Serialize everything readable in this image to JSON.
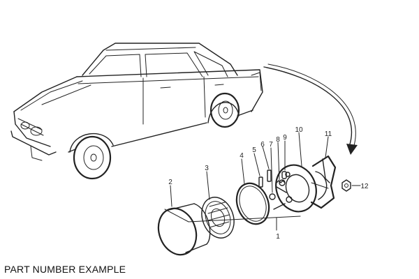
{
  "caption": "PART NUMBER EXAMPLE",
  "callouts": [
    "1",
    "2",
    "3",
    "4",
    "5",
    "6",
    "7",
    "8",
    "9",
    "10",
    "11",
    "12"
  ]
}
